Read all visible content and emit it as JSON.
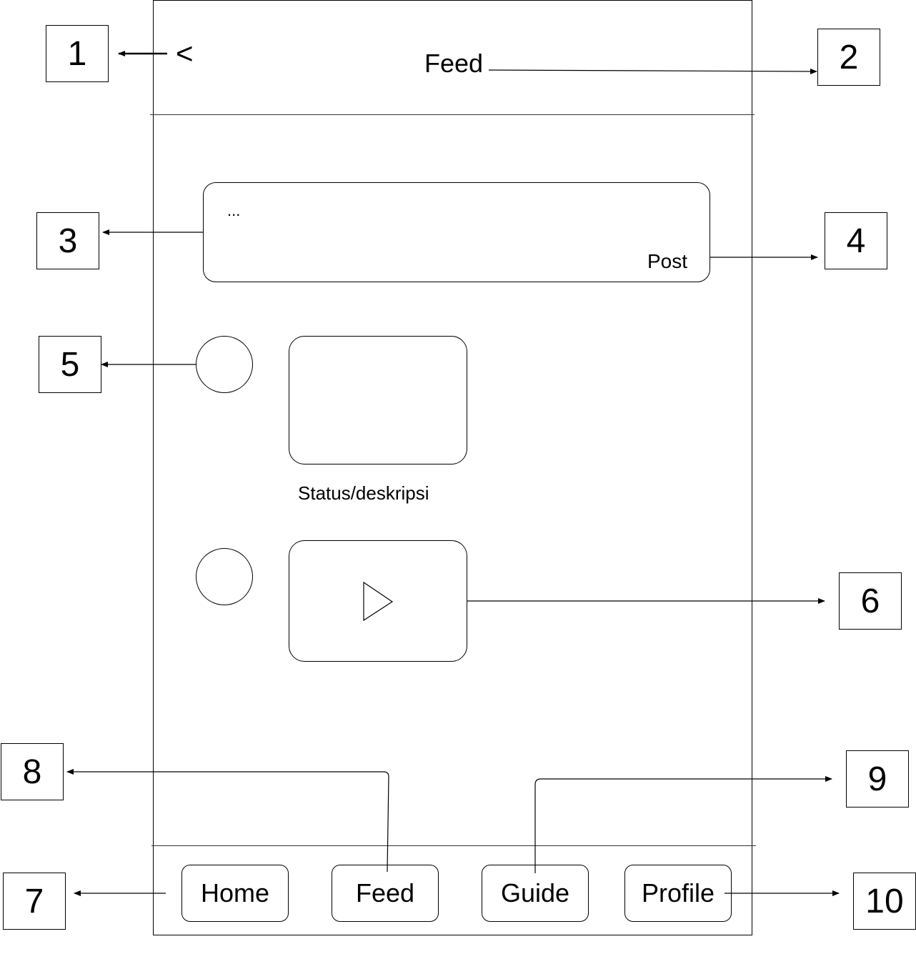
{
  "header": {
    "back_icon": "<",
    "title": "Feed"
  },
  "composer": {
    "placeholder": "...",
    "post_label": "Post"
  },
  "feed": {
    "status_text": "Status/deskripsi"
  },
  "bottom_nav": {
    "home": "Home",
    "feed": "Feed",
    "guide": "Guide",
    "profile": "Profile"
  },
  "callouts": [
    "1",
    "2",
    "3",
    "4",
    "5",
    "6",
    "7",
    "8",
    "9",
    "10"
  ]
}
